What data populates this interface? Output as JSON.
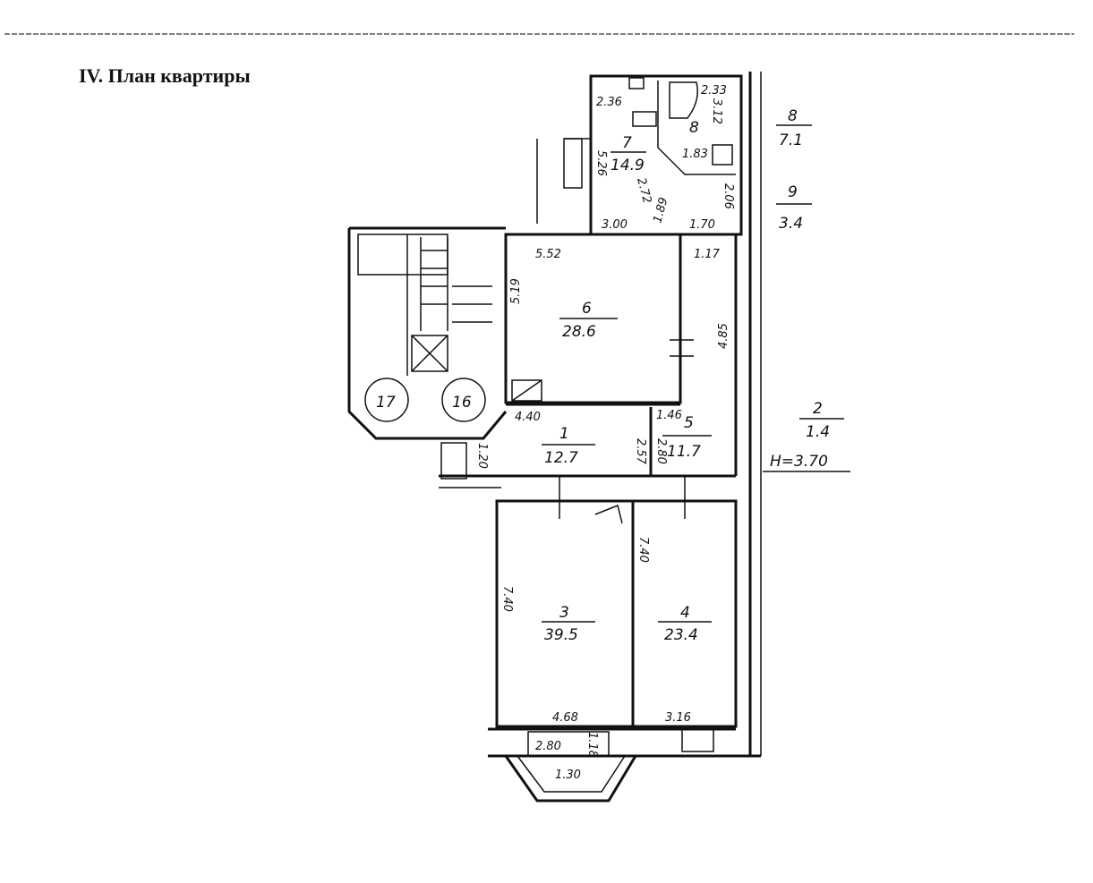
{
  "title": "IV. План квартиры",
  "ceiling_height": "H=3.70",
  "rooms": [
    {
      "number": "1",
      "area": "12.7"
    },
    {
      "number": "2",
      "area": "1.4"
    },
    {
      "number": "3",
      "area": "39.5"
    },
    {
      "number": "4",
      "area": "23.4"
    },
    {
      "number": "5",
      "area": "11.7"
    },
    {
      "number": "6",
      "area": "28.6"
    },
    {
      "number": "7",
      "area": "14.9"
    },
    {
      "number": "8",
      "area": "7.1"
    },
    {
      "number": "9",
      "area": "3.4"
    }
  ],
  "room8_inner_label": "8",
  "stair_markers": [
    "17",
    "16"
  ],
  "dimensions": {
    "d236": "2.36",
    "d233": "2.33",
    "d312": "3.12",
    "d183": "1.83",
    "d526": "5.26",
    "d272": "2.72",
    "d189": "1.89",
    "d300": "3.00",
    "d170": "1.70",
    "d206": "2.06",
    "d552": "5.52",
    "d117": "1.17",
    "d519": "5.19",
    "d485": "4.85",
    "d440": "4.40",
    "d146": "1.46",
    "d257": "2.57",
    "d280a": "2.80",
    "d740a": "7.40",
    "d740b": "7.40",
    "d468": "4.68",
    "d316": "3.16",
    "d280b": "2.80",
    "d118": "1.18",
    "d130": "1.30",
    "d120": "1.20"
  }
}
